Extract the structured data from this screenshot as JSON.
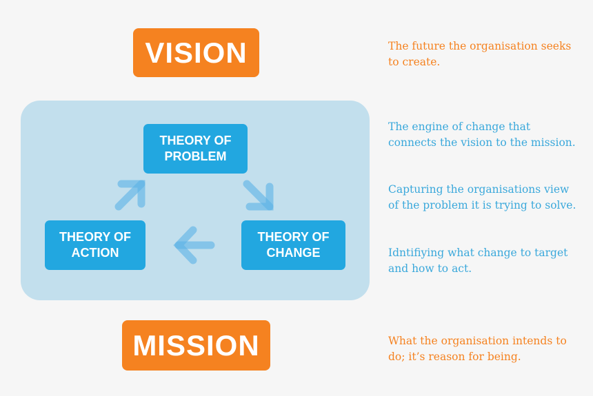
{
  "vision": {
    "label": "VISION",
    "desc": "The future the organisation seeks to create."
  },
  "mission": {
    "label": "MISSION",
    "desc": "What the organisation intends to do; it’s reason for being."
  },
  "theories": {
    "problem": "THEORY OF PROBLEM",
    "action": "THEORY OF ACTION",
    "change": "THEORY OF CHANGE"
  },
  "descriptions": [
    "The engine of change that connects the vision to the mission.",
    "Capturing the organisations view of the problem it is trying to solve.",
    "Idntifiying what change to target and how to act."
  ],
  "colors": {
    "orange": "#f58220",
    "blue": "#22a7e0",
    "panel": "#c2dfed"
  }
}
